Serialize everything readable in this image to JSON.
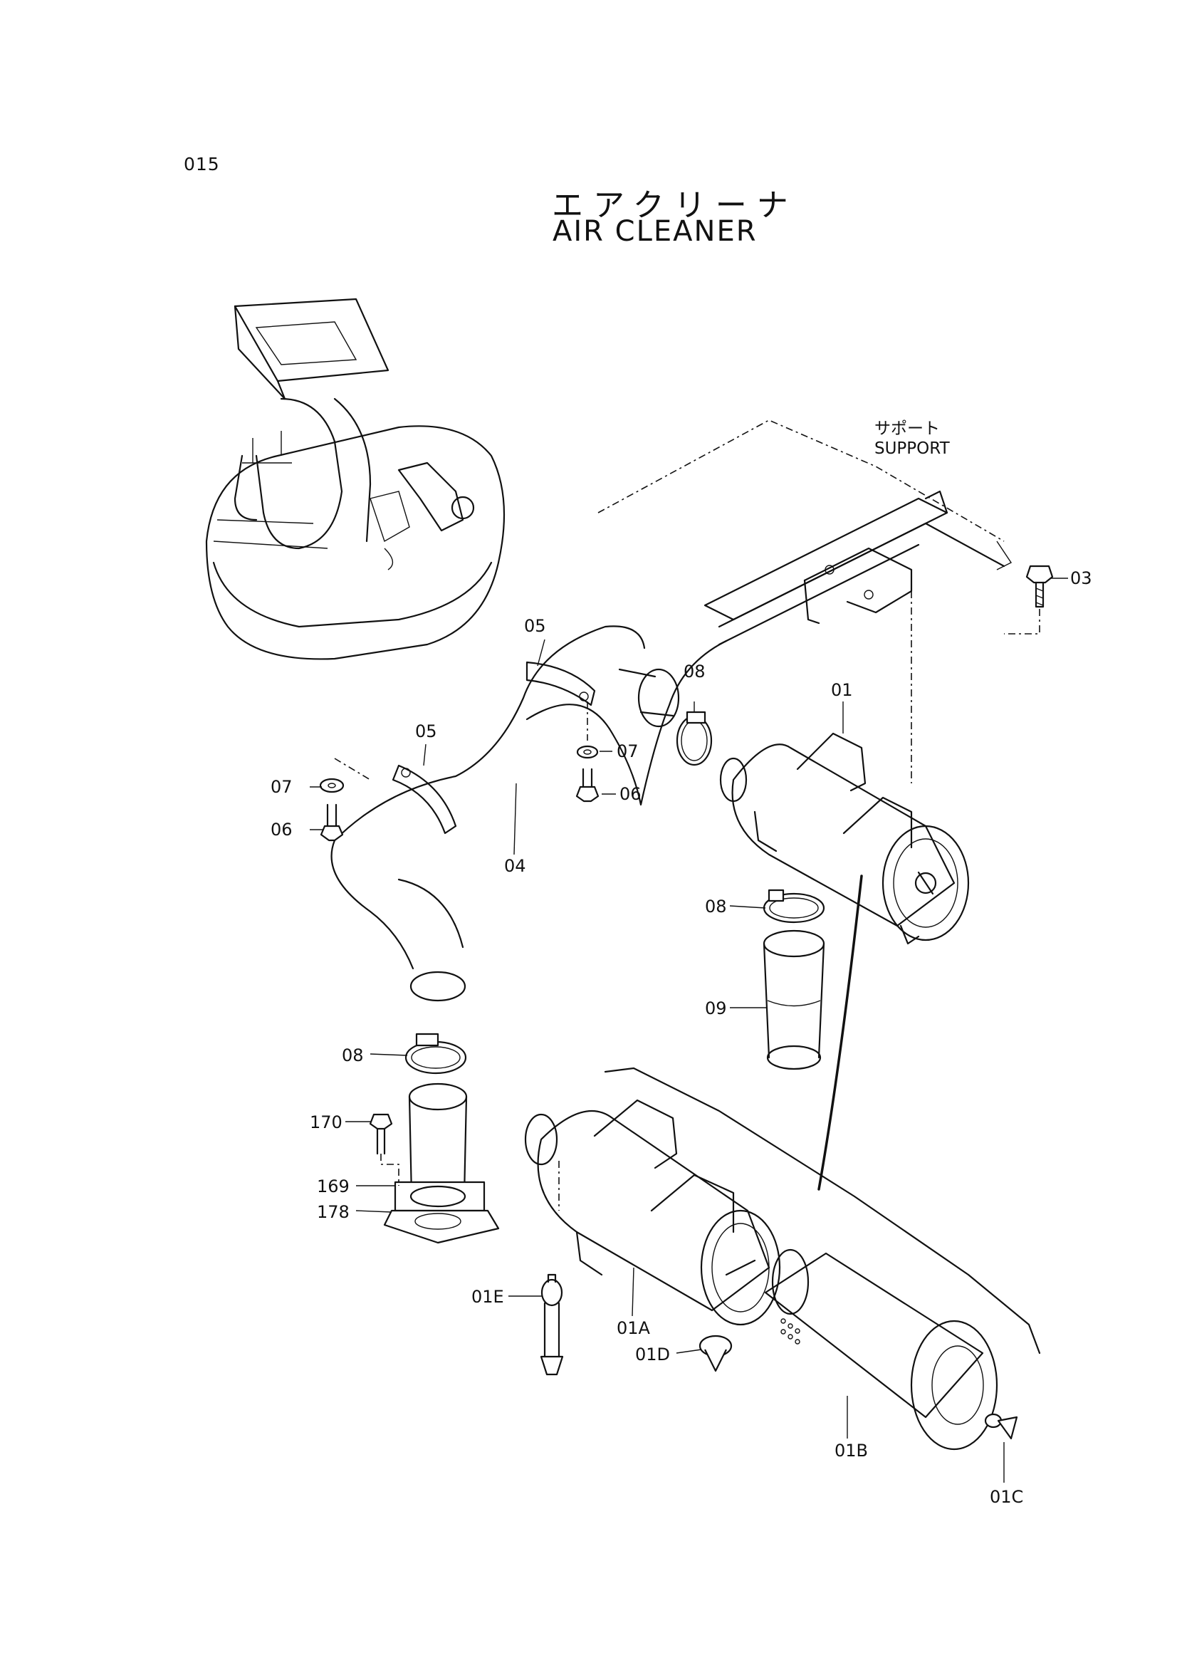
{
  "page_number": "015",
  "title_jp": "エアクリーナ",
  "title_en": "AIR  CLEANER",
  "support_label_jp": "サポート",
  "support_label_en": "SUPPORT",
  "callouts": [
    {
      "id": "03",
      "label": "03"
    },
    {
      "id": "05a",
      "label": "05"
    },
    {
      "id": "08a",
      "label": "08"
    },
    {
      "id": "01",
      "label": "01"
    },
    {
      "id": "05b",
      "label": "05"
    },
    {
      "id": "07a",
      "label": "07"
    },
    {
      "id": "07b",
      "label": "07"
    },
    {
      "id": "06a",
      "label": "06"
    },
    {
      "id": "06b",
      "label": "06"
    },
    {
      "id": "04",
      "label": "04"
    },
    {
      "id": "08b",
      "label": "08"
    },
    {
      "id": "09",
      "label": "09"
    },
    {
      "id": "08c",
      "label": "08"
    },
    {
      "id": "170",
      "label": "170"
    },
    {
      "id": "169",
      "label": "169"
    },
    {
      "id": "178",
      "label": "178"
    },
    {
      "id": "01E",
      "label": "01E"
    },
    {
      "id": "01A",
      "label": "01A"
    },
    {
      "id": "01D",
      "label": "01D"
    },
    {
      "id": "01B",
      "label": "01B"
    },
    {
      "id": "01C",
      "label": "01C"
    }
  ]
}
